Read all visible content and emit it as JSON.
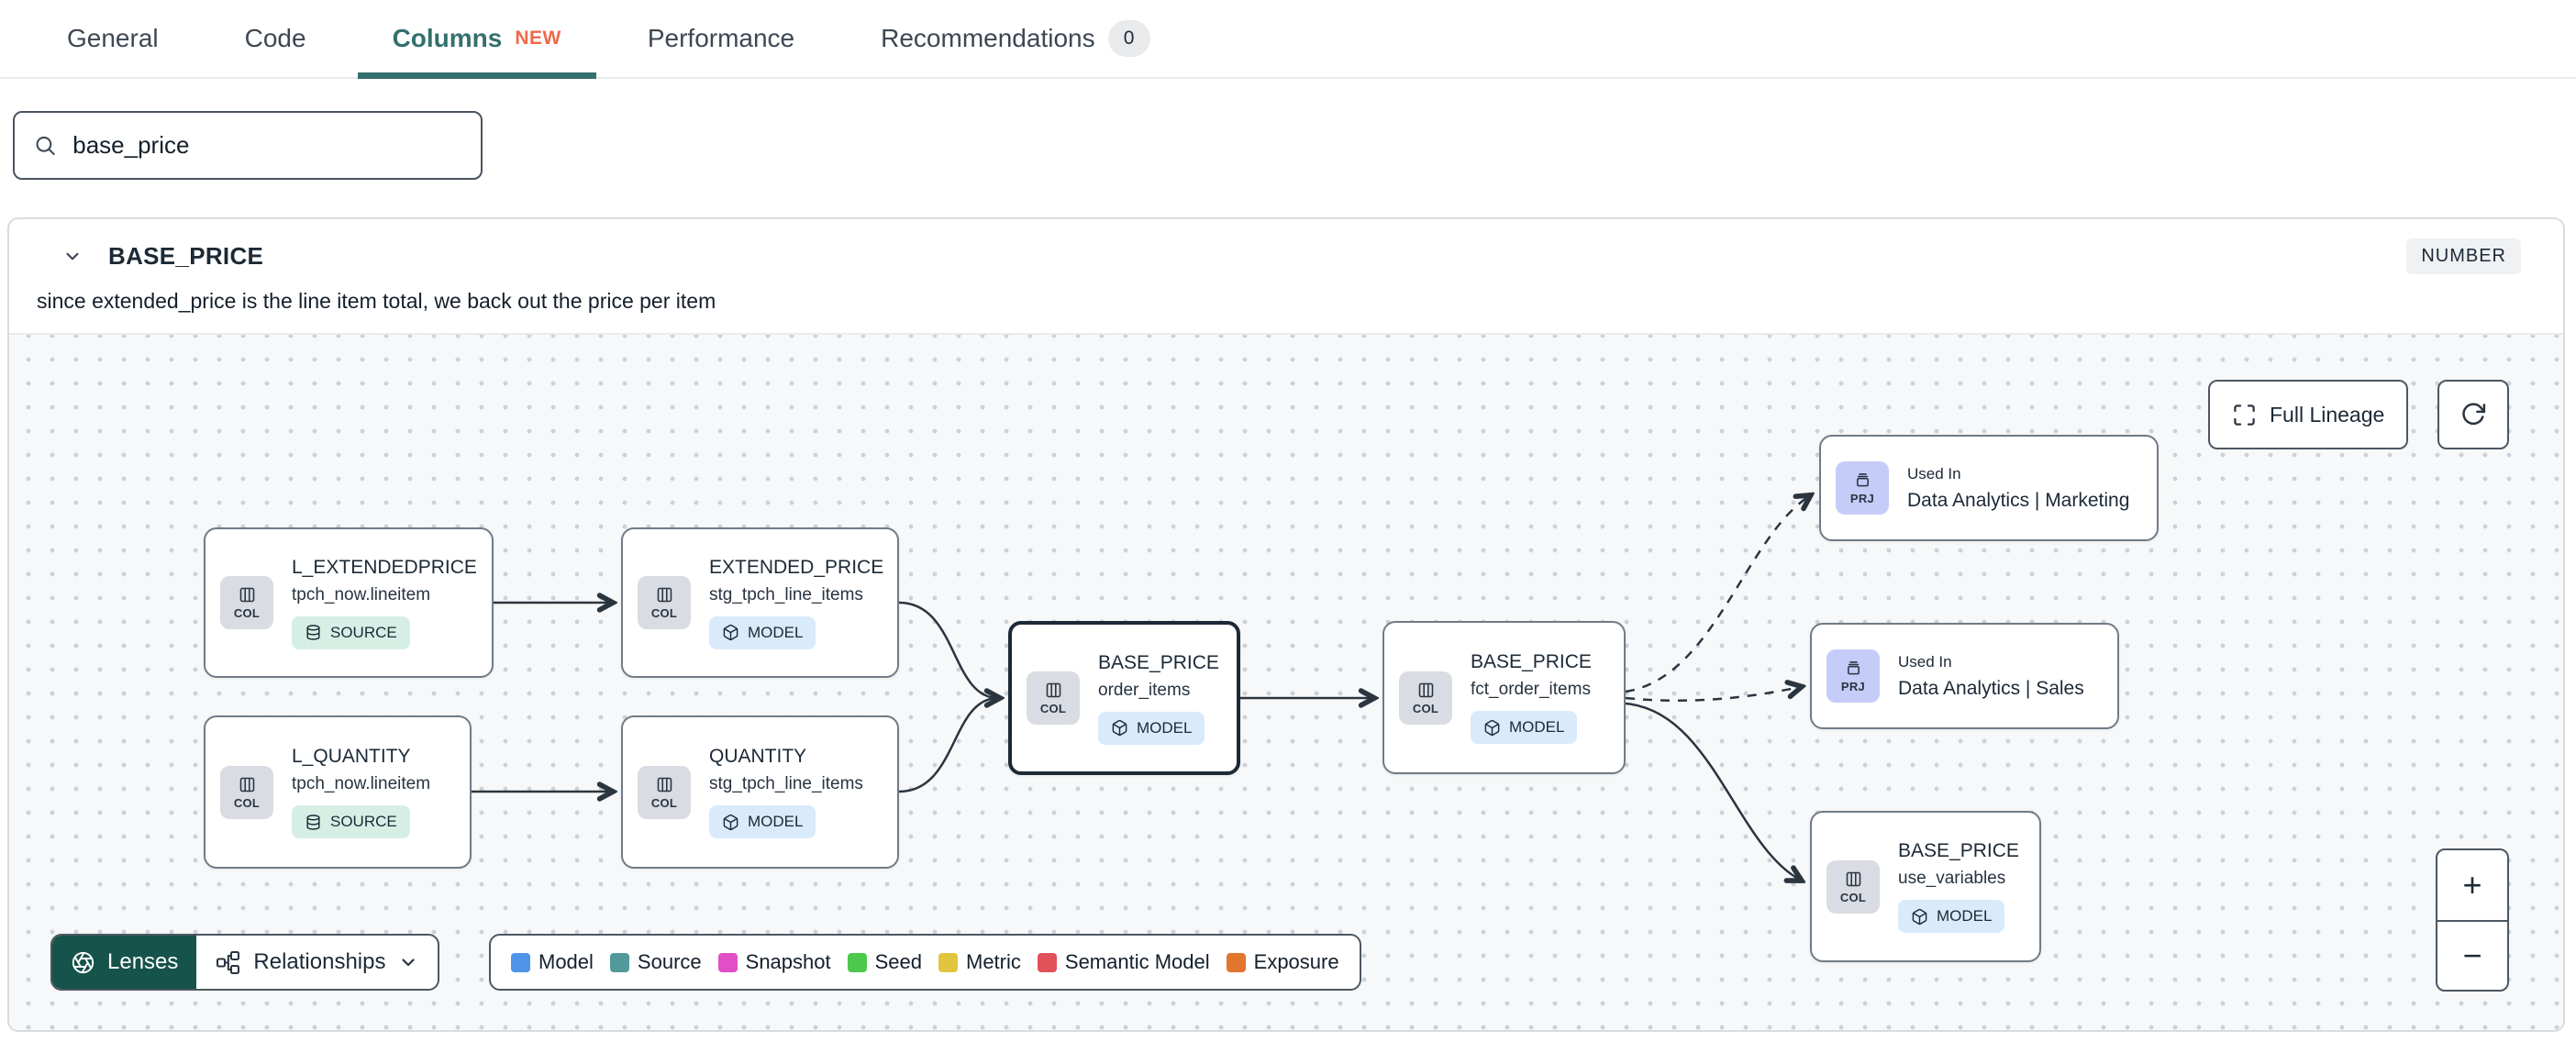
{
  "tabs": {
    "items": [
      {
        "label": "General"
      },
      {
        "label": "Code"
      },
      {
        "label": "Columns",
        "new_badge": "NEW"
      },
      {
        "label": "Performance"
      },
      {
        "label": "Recommendations",
        "count": "0"
      }
    ]
  },
  "search": {
    "value": "base_price"
  },
  "column": {
    "name": "BASE_PRICE",
    "data_type": "NUMBER",
    "description": "since extended_price is the line item total, we back out the price per item"
  },
  "lineage": {
    "toolbar": {
      "full_lineage_label": "Full Lineage"
    },
    "nodes": [
      {
        "icon_label": "COL",
        "title": "L_EXTENDEDPRICE",
        "subtitle": "tpch_now.lineitem",
        "type": "SOURCE"
      },
      {
        "icon_label": "COL",
        "title": "L_QUANTITY",
        "subtitle": "tpch_now.lineitem",
        "type": "SOURCE"
      },
      {
        "icon_label": "COL",
        "title": "EXTENDED_PRICE",
        "subtitle": "stg_tpch_line_items",
        "type": "MODEL"
      },
      {
        "icon_label": "COL",
        "title": "QUANTITY",
        "subtitle": "stg_tpch_line_items",
        "type": "MODEL"
      },
      {
        "icon_label": "COL",
        "title": "BASE_PRICE",
        "subtitle": "order_items",
        "type": "MODEL"
      },
      {
        "icon_label": "COL",
        "title": "BASE_PRICE",
        "subtitle": "fct_order_items",
        "type": "MODEL"
      },
      {
        "icon_label": "PRJ",
        "used_in": "Used In",
        "title": "Data Analytics | Marketing"
      },
      {
        "icon_label": "PRJ",
        "used_in": "Used In",
        "title": "Data Analytics | Sales"
      },
      {
        "icon_label": "COL",
        "title": "BASE_PRICE",
        "subtitle": "use_variables",
        "type": "MODEL"
      }
    ],
    "footer": {
      "lenses_label": "Lenses",
      "relationships_label": "Relationships"
    },
    "legend": {
      "items": [
        {
          "label": "Model",
          "color": "#4f94e8"
        },
        {
          "label": "Source",
          "color": "#529a9a"
        },
        {
          "label": "Snapshot",
          "color": "#e04fc6"
        },
        {
          "label": "Seed",
          "color": "#4cc94c"
        },
        {
          "label": "Metric",
          "color": "#e2c53f"
        },
        {
          "label": "Semantic Model",
          "color": "#e25059"
        },
        {
          "label": "Exposure",
          "color": "#e3762f"
        }
      ]
    },
    "zoom_controls": {
      "zoom_in": "+",
      "zoom_out": "−"
    }
  },
  "icons": [
    "search-icon",
    "chevron-down-icon",
    "columns-icon",
    "database-icon",
    "cube-icon",
    "project-stack-icon",
    "maximize-icon",
    "refresh-icon",
    "aperture-icon",
    "relationships-graph-icon",
    "plus-icon",
    "minus-icon"
  ]
}
